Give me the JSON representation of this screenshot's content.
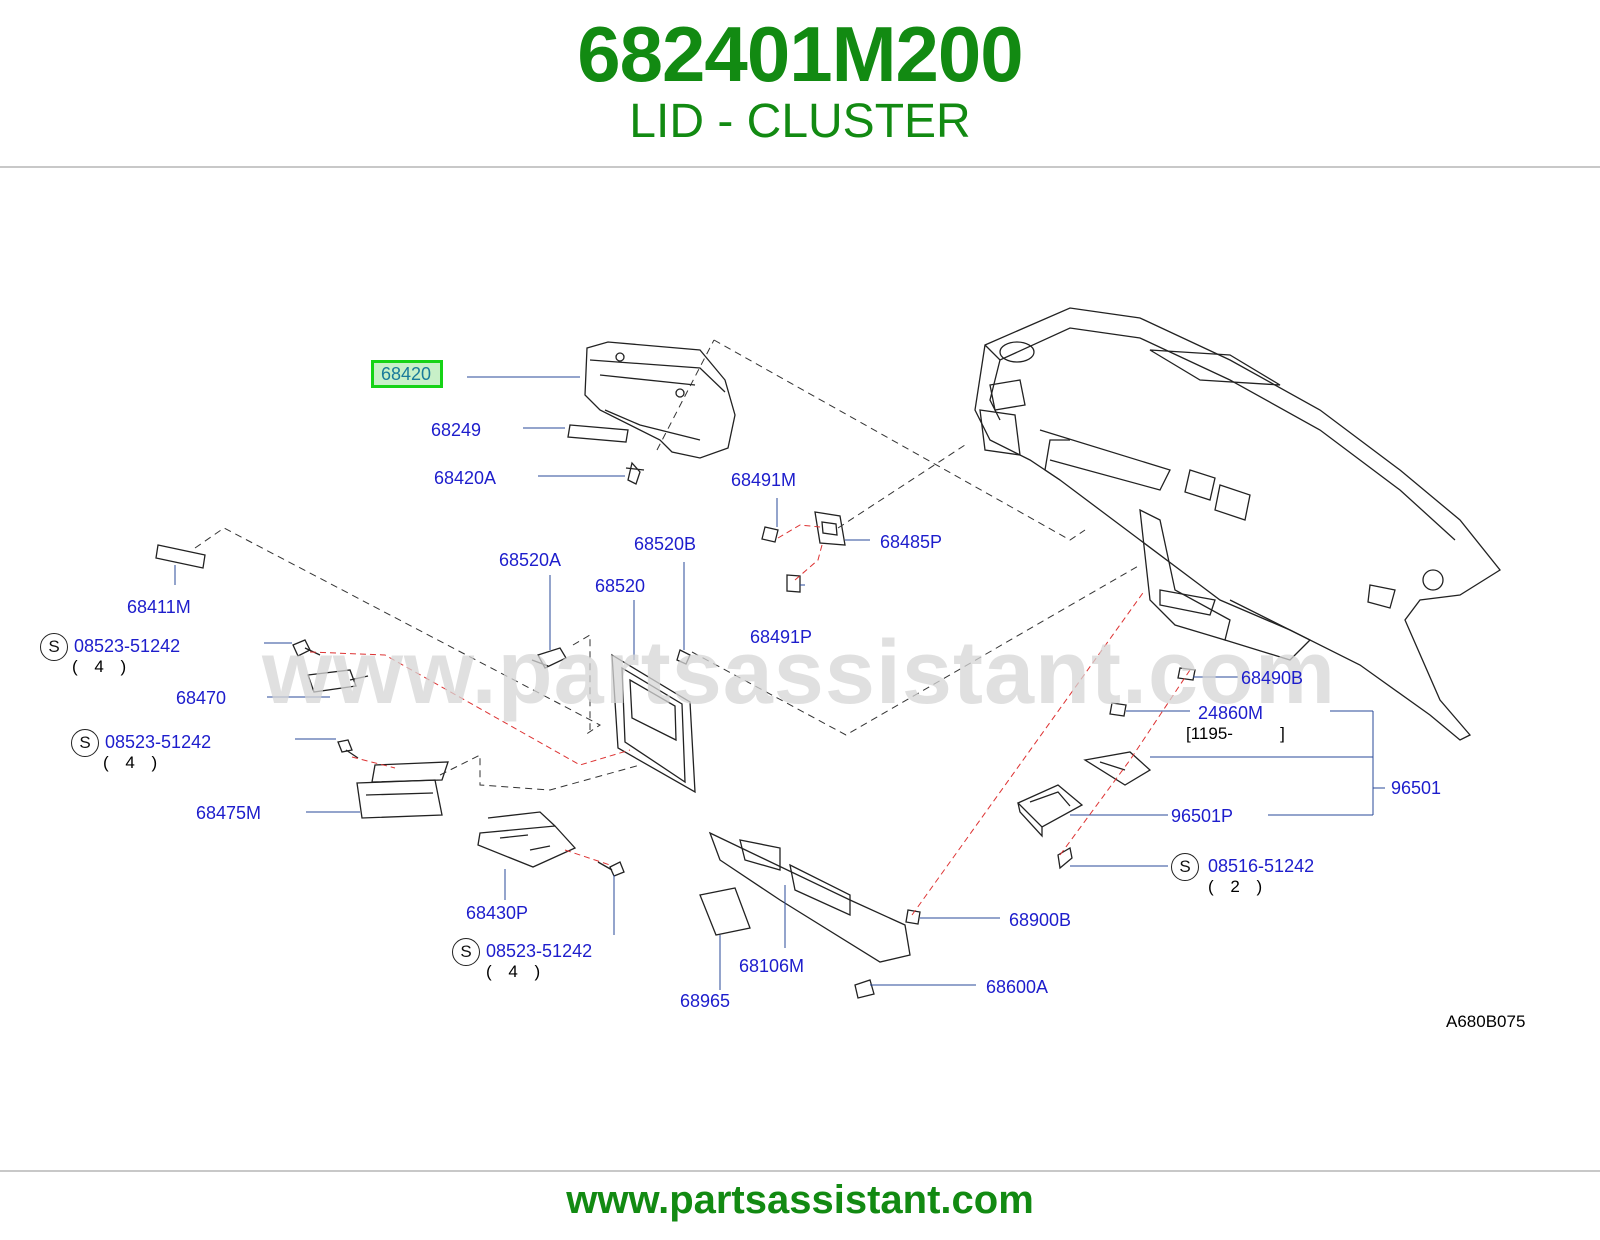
{
  "header": {
    "part_number": "682401M200",
    "part_name": "LID - CLUSTER"
  },
  "watermark": "www.partsassistant.com",
  "footer": {
    "url": "www.partsassistant.com"
  },
  "diagram": {
    "code": "A680B075",
    "highlighted_part": "68420",
    "callouts": {
      "c68420": "68420",
      "c68249": "68249",
      "c68420A": "68420A",
      "c68491M": "68491M",
      "c68485P": "68485P",
      "c68491P": "68491P",
      "c68520A": "68520A",
      "c68520B": "68520B",
      "c68520": "68520",
      "c68411M": "68411M",
      "c08523_1": "08523-51242",
      "c68470": "68470",
      "c08523_2": "08523-51242",
      "c68475M": "68475M",
      "c68430P": "68430P",
      "c08523_3": "08523-51242",
      "c68490B": "68490B",
      "c24860M": "24860M",
      "c96501": "96501",
      "c96501P": "96501P",
      "c08516": "08516-51242",
      "c68900B": "68900B",
      "c68106M": "68106M",
      "c68600A": "68600A",
      "c68965": "68965"
    },
    "quantities": {
      "q1": "( 4 )",
      "q2": "( 4 )",
      "q3": "( 4 )",
      "q4": "( 2 )"
    },
    "s_mark": "S",
    "note_24860M": "[1195-          ]"
  },
  "colors": {
    "brand_green": "#128a12",
    "callout_blue": "#1d1dcc",
    "highlight_green": "#16d316",
    "leader_red": "#dd3333"
  }
}
